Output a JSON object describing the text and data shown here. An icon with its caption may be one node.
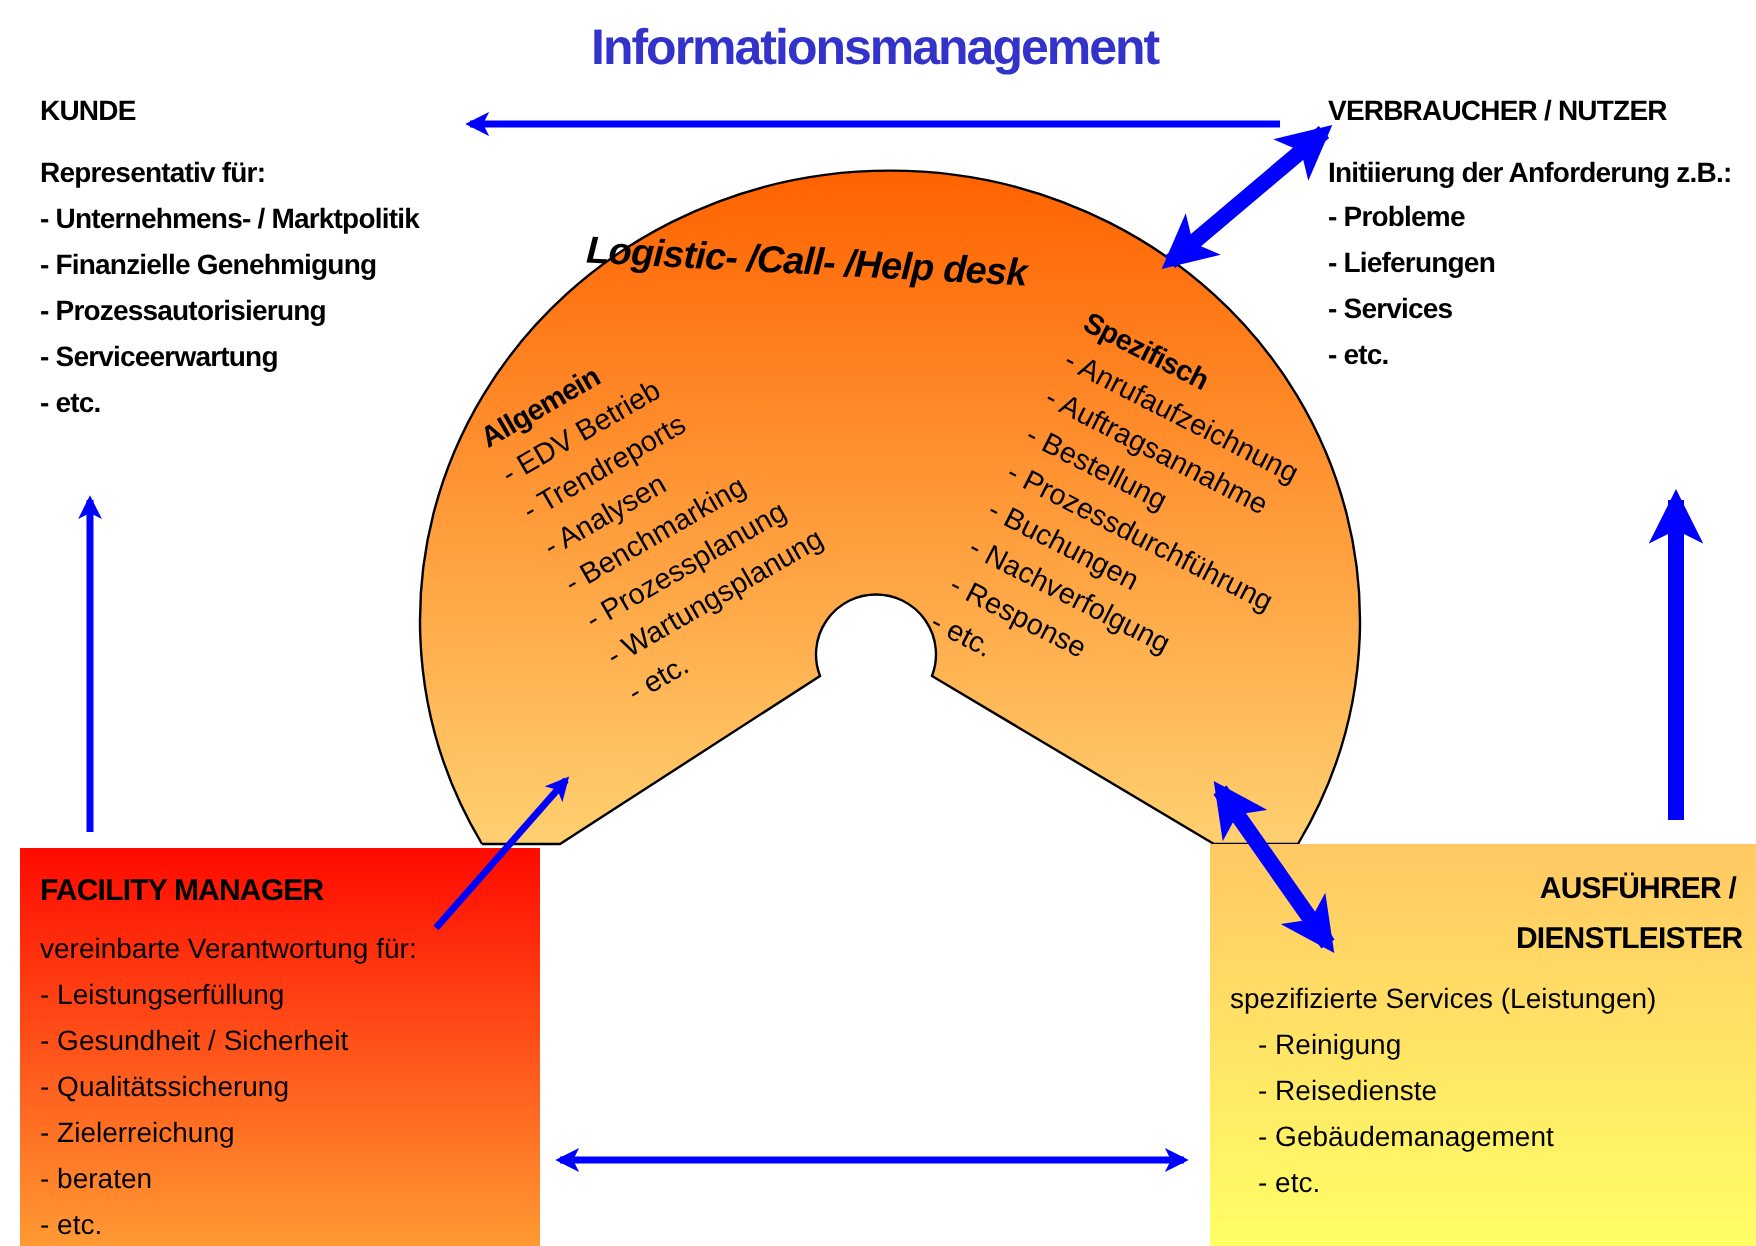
{
  "diagram": {
    "nodes": [
      {
        "text": [
          "KUNDE",
          "Representativ für:",
          "- Unternehmens- / Marktpolitik",
          "- Finanzielle Genehmigung",
          "- Prozessautorisierung",
          "- Serviceerwartung",
          "- etc."
        ]
      },
      {
        "text": [
          "VERBRAUCHER / NUTZER",
          "Initiierung der Anforderung z.B.:",
          "- Probleme",
          "- Lieferungen",
          "- Services",
          "- etc."
        ]
      },
      {
        "text": [
          "Logistic- /Call- /Help desk",
          "Allgemein",
          "- EDV Betrieb",
          "- Trendreports",
          "- Analysen",
          "- Benchmarking",
          "- Prozessplanung",
          "- Wartungsplanung",
          "- etc.",
          "Spezifisch",
          "- Anrufaufzeichnung",
          "- Auftragsannahme",
          "- Bestellung",
          "- Prozessdurchführung",
          "- Buchungen",
          "- Nachverfolgung",
          "- Response",
          "- etc."
        ]
      },
      {
        "text": [
          "FACILITY MANAGER",
          "vereinbarte Verantwortung für:",
          "- Leistungserfüllung",
          "- Gesundheit / Sicherheit",
          "- Qualitätssicherung",
          "- Zielerreichung",
          "- beraten",
          "- etc."
        ]
      },
      {
        "text": [
          "AUSFÜHRER / DIENSTLEISTER",
          "spezifizierte Services (Leistungen)",
          "- Reinigung",
          "- Reisedienste",
          "- Gebäudemanagement",
          "- etc."
        ]
      }
    ],
    "edges": [
      {
        "from": 1,
        "to": 0,
        "arrow": "to",
        "label": "Informationsmanagement"
      },
      {
        "from": 2,
        "to": 1,
        "arrow": "both",
        "style": "thick"
      },
      {
        "from": 3,
        "to": 0,
        "arrow": "to"
      },
      {
        "from": 4,
        "to": 1,
        "arrow": "to",
        "style": "thick"
      },
      {
        "from": 3,
        "to": 4,
        "arrow": "both"
      },
      {
        "from": 2,
        "to": 4,
        "arrow": "both",
        "style": "thick"
      },
      {
        "from": 3,
        "to": 2,
        "arrow": "to"
      }
    ]
  }
}
